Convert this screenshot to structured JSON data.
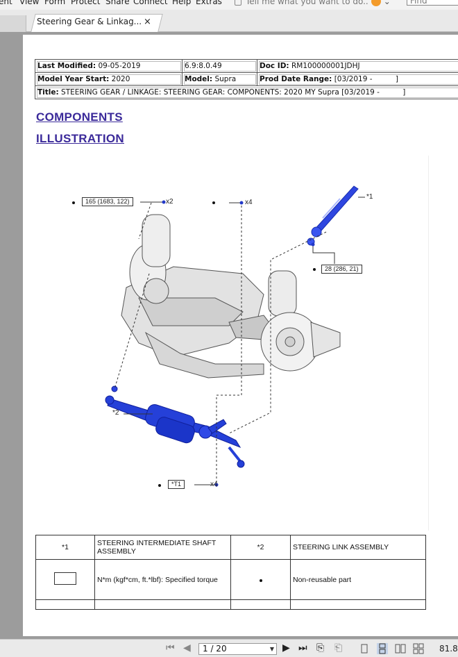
{
  "menu": {
    "items": [
      "ent",
      "View",
      "Form",
      "Protect",
      "Share",
      "Connect",
      "Help",
      "Extras"
    ],
    "tellme_placeholder": "Tell me what you want to do..",
    "find_placeholder": "Find"
  },
  "tab": {
    "title": "Steering Gear & Linkag...",
    "close": "×"
  },
  "header": {
    "last_modified_label": "Last Modified:",
    "last_modified": "09-05-2019",
    "version": "6.9:8.0.49",
    "doc_id_label": "Doc ID:",
    "doc_id": "RM100000001JDHJ",
    "model_year_label": "Model Year Start:",
    "model_year": "2020",
    "model_label": "Model:",
    "model": "Supra",
    "prod_date_label": "Prod Date Range:",
    "prod_date": "[03/2019 -          ]",
    "title_label": "Title:",
    "title": "STEERING GEAR / LINKAGE: STEERING GEAR: COMPONENTS: 2020 MY Supra [03/2019 -          ]"
  },
  "headings": {
    "components": "COMPONENTS",
    "illustration": "ILLUSTRATION"
  },
  "illustration": {
    "callout_torque_1": "165 (1683, 122)",
    "callout_qty_1": "x2",
    "callout_qty_2": "x4",
    "callout_star1": "*1",
    "callout_torque_2": "28 (286, 21)",
    "callout_star2": "*2",
    "callout_t1": "*T1",
    "callout_qty_3": "x4"
  },
  "legend": {
    "rows": [
      {
        "k1": "*1",
        "v1": "STEERING INTERMEDIATE SHAFT ASSEMBLY",
        "k2": "*2",
        "v2": "STEERING LINK ASSEMBLY"
      },
      {
        "v1": "N*m (kgf*cm, ft.*lbf): Specified torque",
        "v2": "Non-reusable part"
      }
    ]
  },
  "status": {
    "page_indicator": "1 / 20",
    "zoom": "81.8"
  },
  "colors": {
    "accent_blue": "#2238c8",
    "heading": "#3b2a9a"
  }
}
